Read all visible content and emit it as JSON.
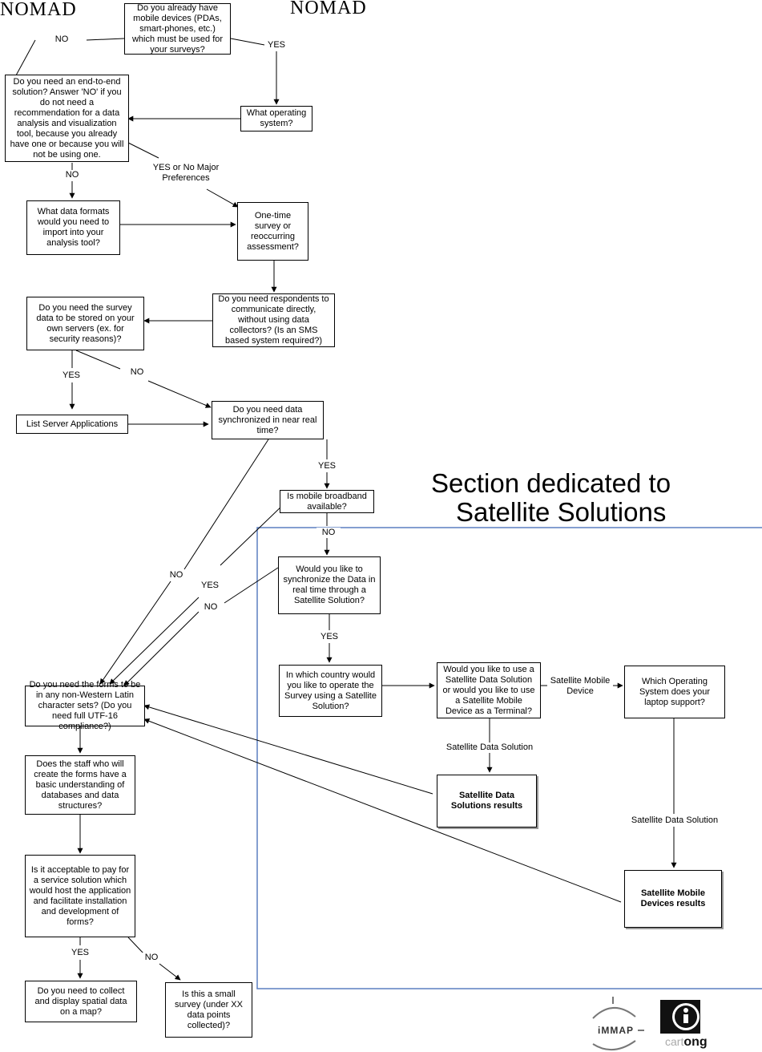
{
  "brand": {
    "left": "NOMAD",
    "right": "NOMAD"
  },
  "section_title": {
    "line1": "Section dedicated to",
    "line2": "Satellite Solutions"
  },
  "boxes": {
    "mobile_devices": "Do you already have mobile devices (PDAs, smart-phones, etc.) which must be used for your surveys?",
    "end_to_end": "Do you need an end-to-end solution? Answer 'NO' if you do not need a recommendation for a data analysis and visualization tool, because you already have one or because you will not be using one.",
    "operating_system": "What operating system?",
    "data_formats": "What data formats would you need to import into your analysis tool?",
    "one_time": "One-time survey or reoccurring assessment?",
    "respondents": "Do you need respondents to communicate directly, without using data collectors? (Is an SMS based system required?)",
    "own_servers": "Do you need the survey data to be stored on your own servers (ex. for security reasons)?",
    "list_server": "List Server Applications",
    "synchronized": "Do you need data synchronized in near real time?",
    "broadband": "Is mobile broadband available?",
    "sync_satellite": "Would you like to synchronize the Data in real time through a Satellite Solution?",
    "country": "In which country would you like to operate the Survey using a Satellite Solution?",
    "data_or_device": "Would you like to use a Satellite Data Solution or would you like to use a Satellite Mobile Device as a Terminal?",
    "laptop_os": "Which Operating System does your laptop support?",
    "forms_charset": "Do you need the forms to be in any non-Western Latin character sets? (Do you need full UTF-16 compliance?)",
    "staff": "Does the staff who will create the forms have a basic understanding of databases and data structures?",
    "pay_service": "Is it acceptable to pay for a service solution which would host the application and facilitate installation and development of forms?",
    "spatial": "Do you need to collect and display spatial data on a map?",
    "small_survey": "Is this a small survey (under XX data points collected)?",
    "sat_data_results": "Satellite Data Solutions results",
    "sat_mobile_results": "Satellite Mobile Devices results"
  },
  "labels": {
    "no_1": "NO",
    "yes_1": "YES",
    "no_2": "NO",
    "yes_no_pref": "YES or No Major Preferences",
    "yes_3": "YES",
    "no_3": "NO",
    "yes_4": "YES",
    "no_4": "NO",
    "no_5": "NO",
    "yes_5": "YES",
    "yes_6": "YES",
    "no_6": "NO",
    "sat_mobile_device": "Satellite Mobile Device",
    "sat_data_solution_1": "Satellite Data Solution",
    "sat_data_solution_2": "Satellite Data Solution",
    "yes_7": "YES",
    "no_7": "NO"
  },
  "logos": {
    "immap": "iMMAP",
    "cartong_prefix": "cart",
    "cartong_suffix": "ong"
  },
  "colors": {
    "section_border": "#5b7fc0",
    "line": "#000000"
  }
}
